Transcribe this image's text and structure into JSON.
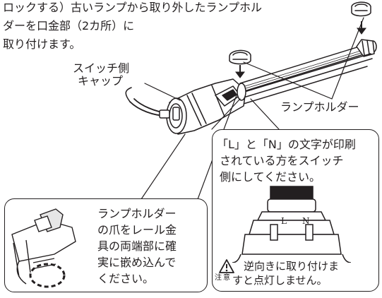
{
  "intro": {
    "line1": "ロックする）古いランプから取り外したランプホル",
    "line2": "ダーを口金部（2カ所）に",
    "line3": "取り付けます。"
  },
  "labels": {
    "switch_cap_line1": "スイッチ側",
    "switch_cap_line2": "キャップ",
    "lamp_holder": "ランプホルダー"
  },
  "right_callout": {
    "line1": "「L」と「N」の文字が印刷",
    "line2": "されている方をスイッチ",
    "line3": "側にしてください。",
    "mark_l": "L",
    "mark_n": "N"
  },
  "left_callout": {
    "line1": "ランプホルダー",
    "line2": "の爪をレール金",
    "line3": "具の両端部に確",
    "line4": "実に嵌め込んで",
    "line5": "ください。"
  },
  "caution": {
    "label": "注意",
    "line1": "逆向きに取り付けま",
    "line2": "すと点灯しません。"
  }
}
